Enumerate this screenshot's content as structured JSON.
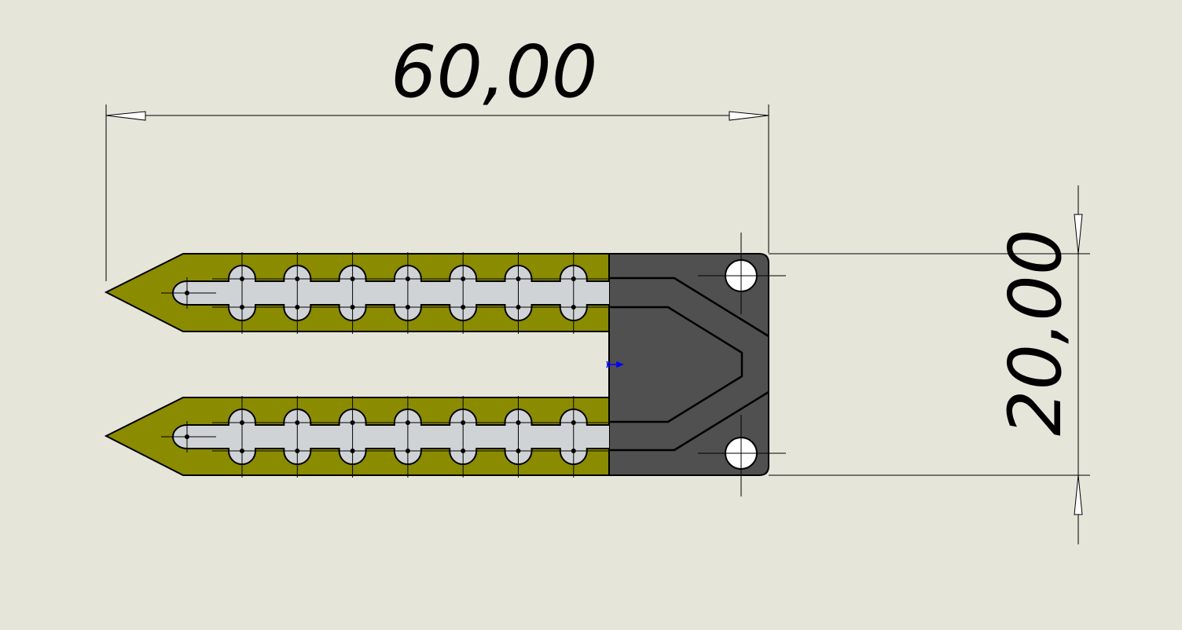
{
  "drawing": {
    "dimensions": {
      "width_label": "60,00",
      "height_label": "20,00"
    },
    "colors": {
      "background": "#e6e5da",
      "prong_fill": "#8b8b00",
      "pad_fill": "#d0d3d6",
      "connector_fill": "#505050",
      "outline": "#000000",
      "origin_marker": "#0000ff"
    },
    "pads_per_row": 7
  }
}
